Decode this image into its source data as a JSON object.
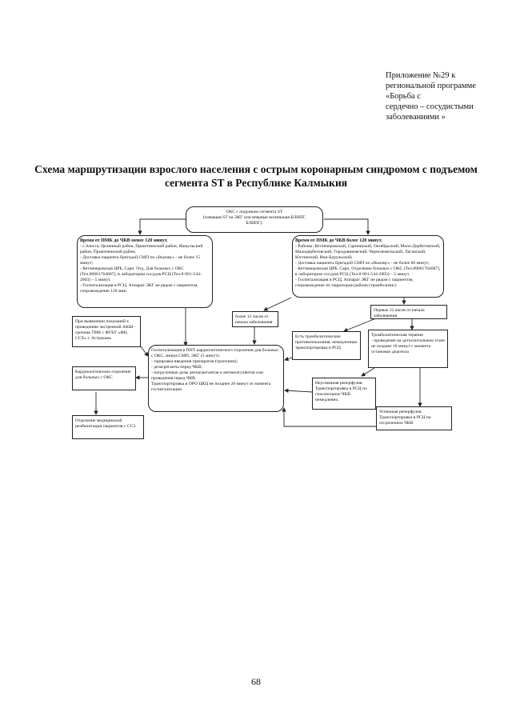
{
  "header": {
    "appendix": "Приложение №29 к\nрегиональной программе\n«Борьба с\nсердечно – сосудистыми\nзаболеваниями »"
  },
  "title": {
    "line1": "Схема маршрутизации взрослого населения с острым коронарным синдромом с подъемом",
    "line2": "сегмента ST в Республике Калмыкия"
  },
  "flowchart": {
    "top": "ОКС с подъемом сегмента ST\n(элевация ST на ЭКГ или впервые возникшая БЛНПГ,\nБЛНПГ).",
    "left_group": {
      "heading": "Время от ПМК до ЧКВ менее 120 минут.",
      "text": "- г.Элиста, Целинный район, Приютненский район, Яшкульский район, Приютненский район;\n- Доставка пациента бригадой СМП по «Вызову» - не более 15 минут;\n- Кетченеровская ЦРБ, Сарп. Отд. Для больных с ОКС (Тел.89061764687), в лаборатории сосудов РСЦ (Тел.8-961-544-2003) – 5 минут.\n- Госпитализация в РСЦ, Аппарат ЭКГ не рядом с пациентом, сопровождение 120 мин."
    },
    "right_group": {
      "heading": "Время от ПМК до ЧКВ более 120 минут.",
      "text": "- Районы: Кетченеровский, Сарпинский, Октябрьский, Мало-Дербетовский, Малодербетовский, Городовиковский, Черноземельский, Лаганский, Юстинский, Ики-Бурульский;\n- Доставка пациента бригадой СМП по «Вызову» - не более 60 минут;\n- Кетченеровская ЦРБ, Сарп. Отделение больных с ОКС (Тел.89061764687), в лаборатории сосудов РСЦ (Тел.8-961-544-2003) – 5 минут.\n- Госпитализация в РСЦ, Аппарат ЭКГ не рядом с пациентом, сопровождение по территории района (тромболизис)"
    },
    "left_side_note": "При выявлении показаний к проведению экстренной АКШ - срочная ТМК с ФГБУ «ФЦ ССХ» г. Астрахань",
    "more12": "более 12 часов от начала заболевания",
    "less12": "Первые 12 часов от начала заболевания",
    "thrombolysis_contra": "Есть тромболитические противопоказания, немедленная транспортировка в РСЦ",
    "thrombolysis_therapy": "Тромболитическая терапия\n- проведение на догоспитальном этапе не позднее 10 минут с момента установки диагноза",
    "main_center": "Госпитализация в ПИТ кардиологического отделения для больных с ОКС, минуя СМП, ЭКГ (5 минут):\n- тарировка введения препаратов (тропонин);\n- дезагреганты перед ЧКВ;\n- нагрузочные дозы антиагрегантов и антикоагулянтов или проведения перед ЧКВ.\nТранспортировка в ОРО ЦКЦ не позднее 20 минут от момента госпитализации.",
    "cardiology_dept": "Кардиологическое отделение для больных с ОКС",
    "rehab_dept": "Отделение медицинской реабилитации пациентов с ССЗ",
    "failed_reperfusion": "Неуспешная реперфузия. Транспортировка в РСЦ по спасательное ЧКВ немедленно.",
    "successful_reperfusion": "Успешная реперфузия. Транспортировка в РСЦ на отсроченное ЧКВ"
  },
  "footer": {
    "page_number": "68"
  }
}
